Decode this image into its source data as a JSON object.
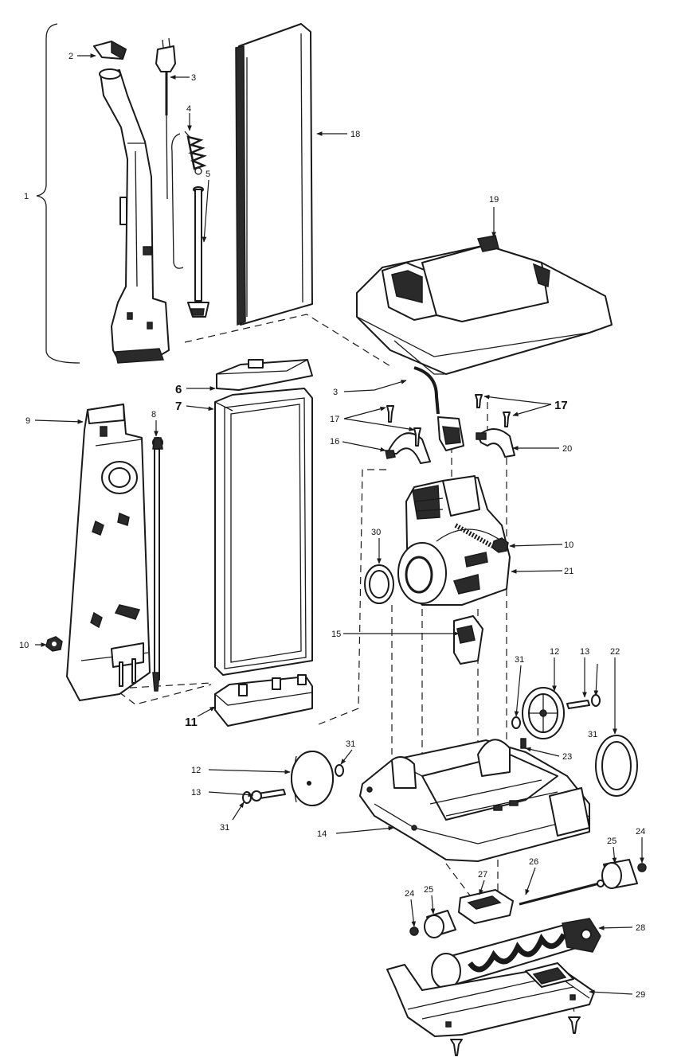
{
  "diagram": {
    "callouts": {
      "c1": "1",
      "c2": "2",
      "c3a": "3",
      "c3b": "3",
      "c4": "4",
      "c5": "5",
      "c6": "6",
      "c7": "7",
      "c8": "8",
      "c9": "9",
      "c10a": "10",
      "c10b": "10",
      "c11": "11",
      "c12a": "12",
      "c12b": "12",
      "c13a": "13",
      "c13b": "13",
      "c14": "14",
      "c15": "15",
      "c16": "16",
      "c17a": "17",
      "c17b": "17",
      "c18": "18",
      "c19": "19",
      "c20": "20",
      "c21": "21",
      "c22": "22",
      "c23": "23",
      "c24a": "24",
      "c24b": "24",
      "c25a": "25",
      "c25b": "25",
      "c26": "26",
      "c27": "27",
      "c28": "28",
      "c29": "29",
      "c30": "30",
      "c31a": "31",
      "c31b": "31",
      "c31c": "31",
      "c31d": "31"
    }
  }
}
